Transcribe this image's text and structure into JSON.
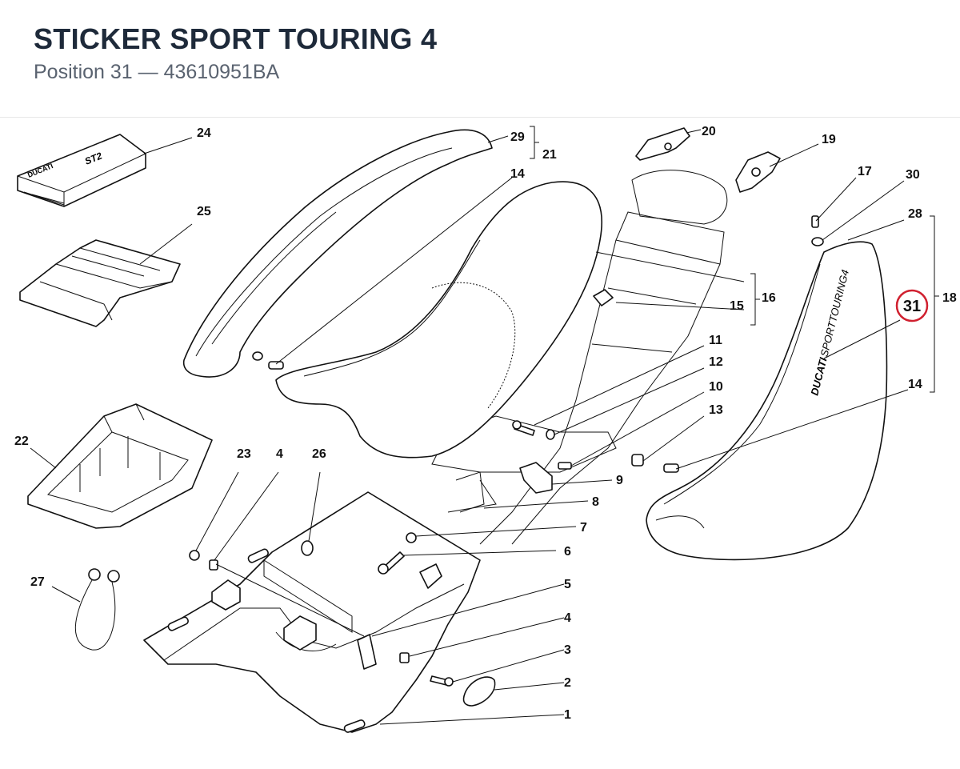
{
  "header": {
    "title": "STICKER SPORT TOURING 4",
    "subtitle": "Position 31  —  43610951BA"
  },
  "decal": {
    "brand": "DUCATI",
    "text": "SPORTTOURING4",
    "box_brand": "DUCATI",
    "box_model": "ST2"
  },
  "highlight": {
    "label": "31",
    "color": "#d0202f"
  },
  "callouts": {
    "c1": "1",
    "c2": "2",
    "c3": "3",
    "c4a": "4",
    "c4b": "4",
    "c5": "5",
    "c6": "6",
    "c7": "7",
    "c8": "8",
    "c9": "9",
    "c10": "10",
    "c11": "11",
    "c12": "12",
    "c13": "13",
    "c14a": "14",
    "c14b": "14",
    "c15": "15",
    "c16": "16",
    "c17": "17",
    "c18": "18",
    "c19": "19",
    "c20": "20",
    "c21": "21",
    "c22": "22",
    "c23": "23",
    "c24": "24",
    "c25": "25",
    "c26": "26",
    "c27": "27",
    "c28": "28",
    "c29": "29",
    "c30": "30"
  }
}
